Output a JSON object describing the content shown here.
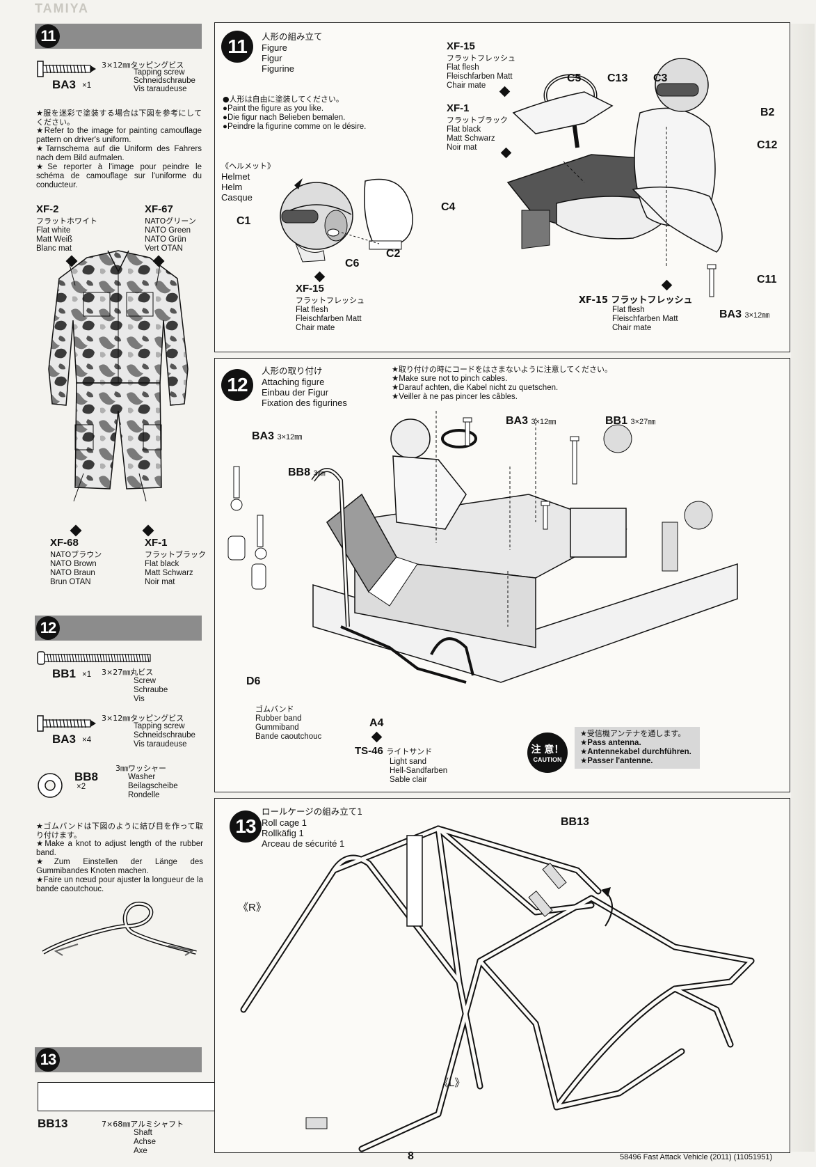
{
  "header_mark": "TAMIYA",
  "left": {
    "s11": {
      "num": "11",
      "screw_code": "BA3",
      "screw_qty": "×1",
      "screw_ja": "3×12㎜タッピングビス",
      "screw_en": "Tapping screw",
      "screw_de": "Schneidschraube",
      "screw_fr": "Vis taraudeuse",
      "note_ja": "★服を迷彩で塗装する場合は下図を参考にしてください。",
      "note_en": "★Refer to the image for painting camouflage pattern on driver's uniform.",
      "note_de": "★Tarnschema auf die Uniform des Fahrers nach dem Bild aufmalen.",
      "note_fr": "★Se reporter à l'image pour peindre le schéma de camouflage sur l'uniforme du conducteur.",
      "paints": [
        {
          "code": "XF-2",
          "ja": "フラットホワイト",
          "en": "Flat white",
          "de": "Matt Weiß",
          "fr": "Blanc mat"
        },
        {
          "code": "XF-67",
          "ja": "NATOグリーン",
          "en": "NATO Green",
          "de": "NATO Grün",
          "fr": "Vert OTAN"
        },
        {
          "code": "XF-68",
          "ja": "NATOブラウン",
          "en": "NATO Brown",
          "de": "NATO Braun",
          "fr": "Brun OTAN"
        },
        {
          "code": "XF-1",
          "ja": "フラットブラック",
          "en": "Flat black",
          "de": "Matt Schwarz",
          "fr": "Noir mat"
        }
      ]
    },
    "s12": {
      "num": "12",
      "bb1_code": "BB1",
      "bb1_qty": "×1",
      "bb1_ja": "3×27㎜丸ビス",
      "bb1_en": "Screw",
      "bb1_de": "Schraube",
      "bb1_fr": "Vis",
      "ba3_code": "BA3",
      "ba3_qty": "×4",
      "ba3_ja": "3×12㎜タッピングビス",
      "ba3_en": "Tapping screw",
      "ba3_de": "Schneidschraube",
      "ba3_fr": "Vis taraudeuse",
      "bb8_code": "BB8",
      "bb8_qty": "×2",
      "bb8_ja": "3㎜ワッシャー",
      "bb8_en": "Washer",
      "bb8_de": "Beilagscheibe",
      "bb8_fr": "Rondelle",
      "note_ja": "★ゴムバンドは下図のように結び目を作って取り付けます。",
      "note_en": "★Make a knot to adjust length of the rubber band.",
      "note_de": "★Zum Einstellen der Länge des Gummibandes Knoten machen.",
      "note_fr": "★Faire un nœud pour ajuster la longueur de la bande caoutchouc."
    },
    "s13": {
      "num": "13",
      "bb13_code": "BB13",
      "bb13_ja": "7×68㎜アルミシャフト",
      "bb13_en": "Shaft",
      "bb13_de": "Achse",
      "bb13_fr": "Axe"
    }
  },
  "step11": {
    "num": "11",
    "title_ja": "人形の組み立て",
    "title_en": "Figure",
    "title_de": "Figur",
    "title_fr": "Figurine",
    "note1_ja": "●人形は自由に塗装してください。",
    "note1_en": "●Paint the figure as you like.",
    "note1_de": "●Die figur nach Belieben bemalen.",
    "note1_fr": "●Peindre la figurine comme on le désire.",
    "helmet_ja": "《ヘルメット》",
    "helmet_en": "Helmet",
    "helmet_de": "Helm",
    "helmet_fr": "Casque",
    "xf15_code": "XF-15",
    "xf15_ja": "フラットフレッシュ",
    "xf15_en": "Flat flesh",
    "xf15_de": "Fleischfarben Matt",
    "xf15_fr": "Chair mate",
    "xf1_code": "XF-1",
    "xf1_ja": "フラットブラック",
    "xf1_en": "Flat black",
    "xf1_de": "Matt Schwarz",
    "xf1_fr": "Noir mat",
    "xf15b_line": "XF-15 フラットフレッシュ",
    "parts": {
      "c1": "C1",
      "c2": "C2",
      "c3": "C3",
      "c4": "C4",
      "c5": "C5",
      "c6": "C6",
      "c11": "C11",
      "c12": "C12",
      "c13": "C13",
      "b2": "B2"
    },
    "ba3": "BA3",
    "ba3_size": "3×12㎜"
  },
  "step12": {
    "num": "12",
    "title_ja": "人形の取り付け",
    "title_en": "Attaching figure",
    "title_de": "Einbau der Figur",
    "title_fr": "Fixation des figurines",
    "note_ja": "★取り付けの時にコードをはさまないように注意してください。",
    "note_en": "★Make sure not to pinch cables.",
    "note_de": "★Darauf achten, die Kabel nicht zu quetschen.",
    "note_fr": "★Veiller à ne pas pincer les câbles.",
    "ba3_a": "BA3",
    "ba3_a_size": "3×12㎜",
    "bb1": "BB1",
    "bb1_size": "3×27㎜",
    "ba3_b": "BA3",
    "ba3_b_size": "3×12㎜",
    "bb8": "BB8",
    "bb8_size": "3㎜",
    "d6": "D6",
    "rubber_ja": "ゴムバンド",
    "rubber_en": "Rubber band",
    "rubber_de": "Gummiband",
    "rubber_fr": "Bande caoutchouc",
    "a4": "A4",
    "ts46_code": "TS-46",
    "ts46_ja": "ライトサンド",
    "ts46_en": "Light sand",
    "ts46_de": "Hell-Sandfarben",
    "ts46_fr": "Sable clair",
    "caution_ja": "注 意！",
    "caution_en": "CAUTION",
    "caution_note_ja": "★受信機アンテナを通します。",
    "caution_note_en": "★Pass antenna.",
    "caution_note_de": "★Antennekabel durchführen.",
    "caution_note_fr": "★Passer l'antenne."
  },
  "step13": {
    "num": "13",
    "title_ja": "ロールケージの組み立て1",
    "title_en": "Roll cage 1",
    "title_de": "Rollkäfig 1",
    "title_fr": "Arceau de sécurité 1",
    "bb13": "BB13",
    "r_label": "《R》",
    "l_label": "《L》"
  },
  "footer": {
    "page": "8",
    "doc": "58496 Fast Attack Vehicle (2011) (11051951)"
  }
}
